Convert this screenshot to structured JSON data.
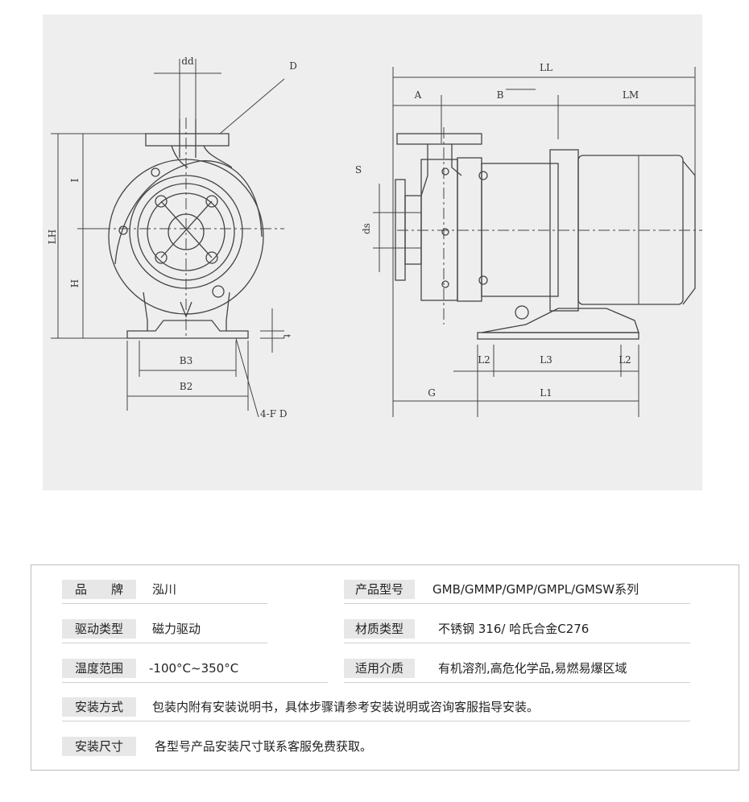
{
  "drawing": {
    "labels": {
      "dd": "dd",
      "D": "D",
      "LH": "LH",
      "I": "I",
      "H": "H",
      "B3": "B3",
      "B2": "B2",
      "t": "t",
      "fd": "4-F D",
      "LL": "LL",
      "A": "A",
      "B": "B",
      "LM": "LM",
      "S": "S",
      "ds": "ds",
      "L2_left": "L2",
      "L3": "L3",
      "L2_right": "L2",
      "G": "G",
      "L1": "L1"
    }
  },
  "specs": {
    "brand_label": "品　　牌",
    "brand_value": "泓川",
    "model_label": "产品型号",
    "model_value": "GMB/GMMP/GMP/GMPL/GMSW系列",
    "drive_label": "驱动类型",
    "drive_value": "磁力驱动",
    "material_label": "材质类型",
    "material_value": "不锈钢 316/ 哈氏合金C276",
    "temp_label": "温度范围",
    "temp_value": "-100°C~350°C",
    "medium_label": "适用介质",
    "medium_value": "有机溶剂,高危化学品,易燃易爆区域",
    "install_label": "安装方式",
    "install_value": "包装内附有安装说明书，具体步骤请参考安装说明或咨询客服指导安装。",
    "size_label": "安装尺寸",
    "size_value": "各型号产品安装尺寸联系客服免费获取。"
  }
}
